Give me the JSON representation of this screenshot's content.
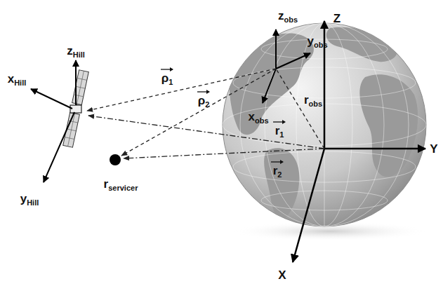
{
  "diagram": {
    "labels": [
      "zHill",
      "xHill",
      "yHill",
      "rservicer",
      "ρ1",
      "ρ2",
      "r1",
      "r2",
      "zobs",
      "yobs",
      "xobs",
      "robs",
      "Z",
      "Y",
      "X"
    ]
  }
}
